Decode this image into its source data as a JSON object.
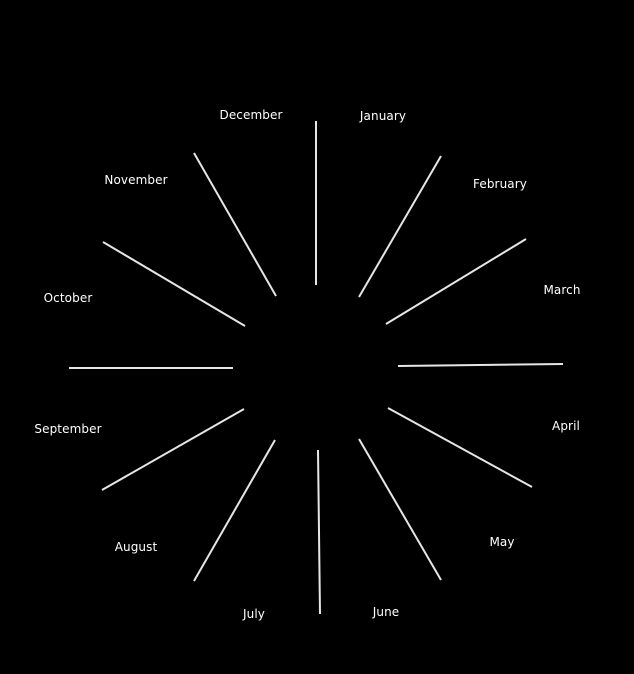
{
  "months": [
    "January",
    "February",
    "March",
    "April",
    "May",
    "June",
    "July",
    "August",
    "September",
    "October",
    "November",
    "December"
  ],
  "colors": {
    "background": "#000000",
    "line": "#e6e6e6",
    "text": "#ffffff"
  }
}
